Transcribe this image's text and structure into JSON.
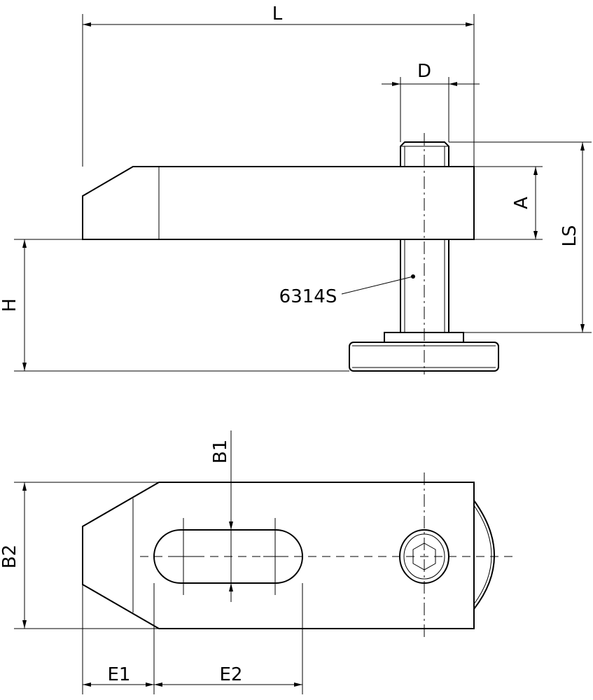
{
  "labels": {
    "L": "L",
    "D": "D",
    "A": "A",
    "LS": "LS",
    "H": "H",
    "part": "6314S",
    "B1": "B1",
    "B2": "B2",
    "E1": "E1",
    "E2": "E2"
  },
  "colors": {
    "line": "#000000",
    "background": "#ffffff"
  }
}
